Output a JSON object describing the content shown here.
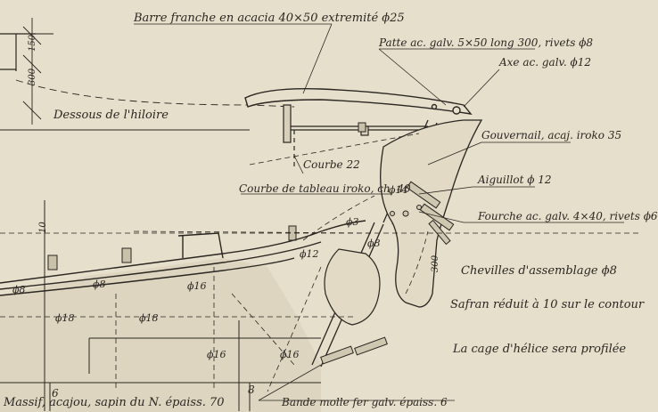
{
  "labels": {
    "barre": "Barre franche en acacia 40×50 extremité ϕ25",
    "patte": "Patte ac. galv. 5×50 long 300, rivets ϕ8",
    "axe": "Axe ac. galv. ϕ12",
    "dessous_hiloire": "Dessous de l'hiloire",
    "gouvernail": "Gouvernail, acaj. iroko 35",
    "courbe22": "Courbe 22",
    "courbe_tableau": "Courbe de tableau iroko, ch. 40",
    "aiguillot": "Aiguillot ϕ 12",
    "fourche": "Fourche ac. galv. 4×40, rivets ϕ6",
    "chevilles": "Chevilles d'assemblage ϕ8",
    "safran": "Safran réduit à 10 sur le contour",
    "cage": "La cage d'hélice sera profilée",
    "massif": "Massif, acajou, sapin du N. épaiss. 70",
    "bande": "Bande molle fer galv. épaiss. 6"
  },
  "dimensions": {
    "d150": "150",
    "d300": "300",
    "d300b": "300",
    "d10": "10"
  },
  "callouts": {
    "phi14": "ϕ14",
    "phi12": "ϕ12",
    "phi3": "ϕ3",
    "phi8a": "ϕ8",
    "phi8b": "ϕ8",
    "phi8c": "ϕ8",
    "phi16a": "ϕ16",
    "phi18a": "ϕ18",
    "phi18b": "ϕ18",
    "phi16b": "ϕ16",
    "phi16c": "ϕ16"
  },
  "frame_numbers": {
    "f6": "6",
    "f8": "8"
  },
  "colors": {
    "paper": "#e6dfcb",
    "ink": "#2a2622",
    "fill": "#d7cfb9"
  }
}
